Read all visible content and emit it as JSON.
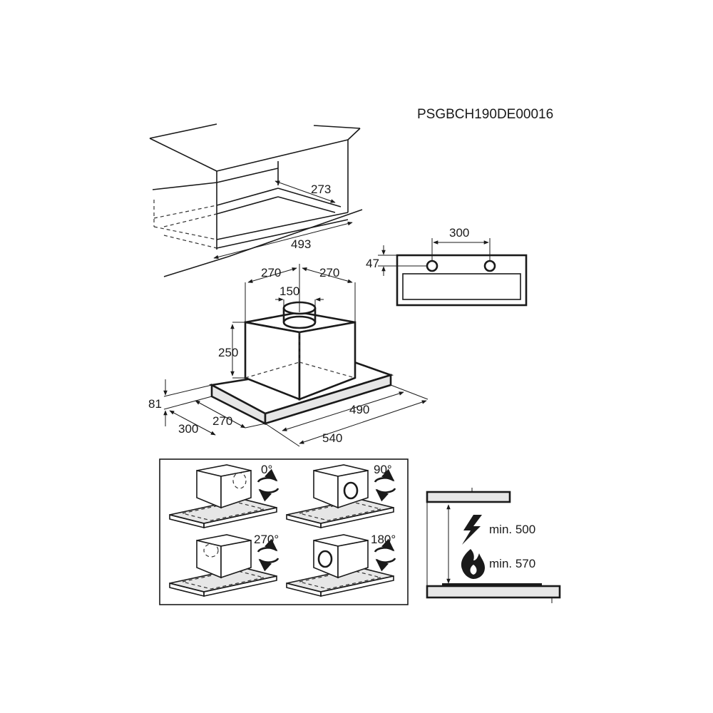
{
  "product_code": "PSGBCH190DE00016",
  "cabinet_cutout": {
    "depth": "273",
    "width": "493"
  },
  "front_view": {
    "hole_spacing": "300",
    "hole_offset": "47"
  },
  "hood": {
    "left_offset": "270",
    "right_offset": "270",
    "duct_diameter": "150",
    "box_height": "250",
    "panel_height": "81",
    "box_depth": "270",
    "panel_depth": "300",
    "box_width": "490",
    "panel_width": "540"
  },
  "rotations": [
    "0°",
    "90°",
    "270°",
    "180°"
  ],
  "clearance": {
    "electric": "min. 500",
    "gas": "min. 570"
  }
}
